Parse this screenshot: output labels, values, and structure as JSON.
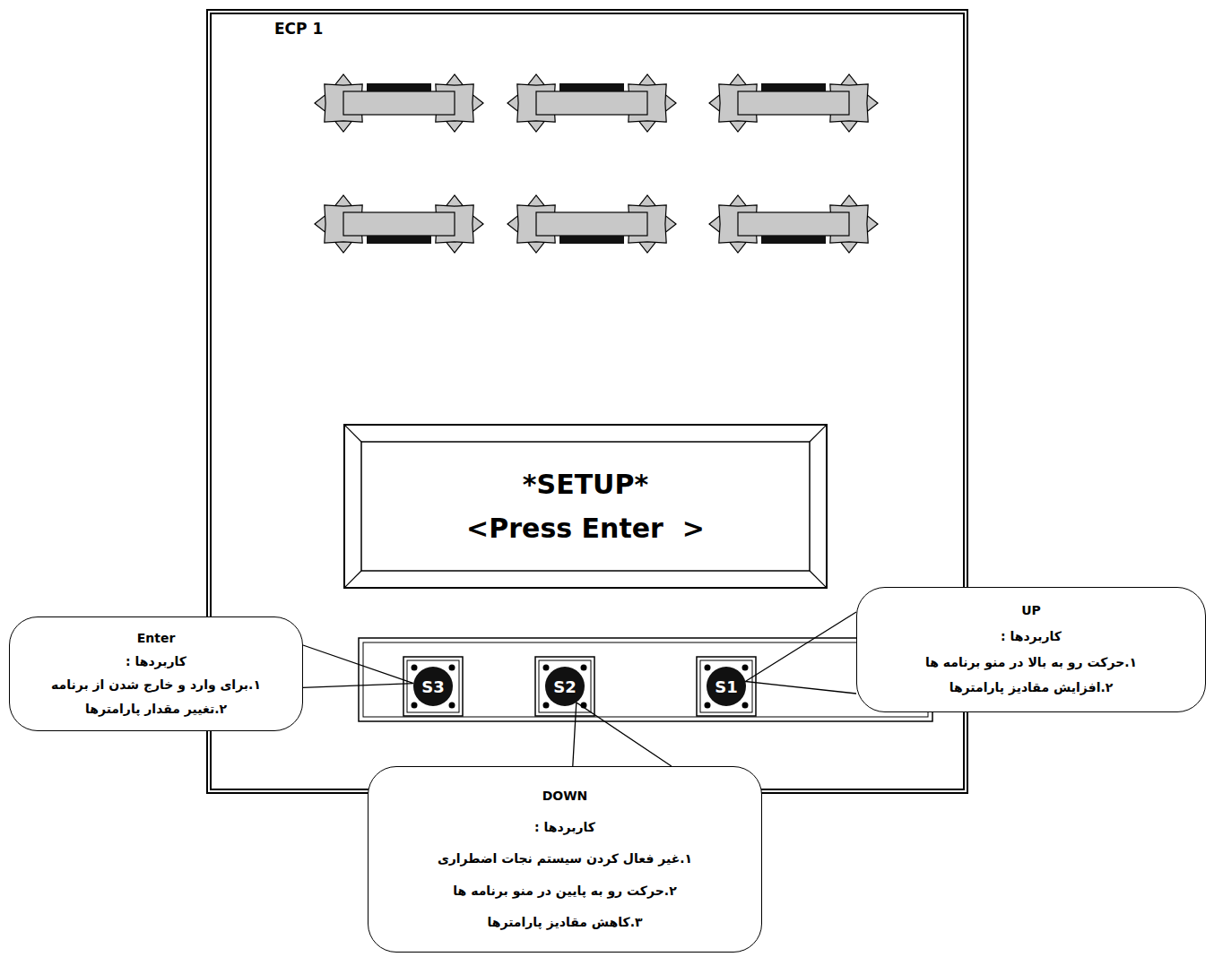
{
  "diagram": {
    "nodes": [
      {
        "text": [
          "ECP 1"
        ]
      },
      {
        "text": [
          "*SETUP*",
          "<Press Enter  >"
        ],
        "in": 0
      },
      {
        "text": [
          "S3"
        ],
        "in": 0
      },
      {
        "text": [
          "S2"
        ],
        "in": 0
      },
      {
        "text": [
          "S1"
        ],
        "in": 0
      },
      {
        "text": [
          "UP",
          "کاربردها :",
          "۱.حرکت رو به بالا در منو برنامه ها",
          "۲.افزایش مقادیز پارامترها"
        ]
      },
      {
        "text": [
          "Enter",
          "کاربردها :",
          "۱.برای وارد و خارج شدن از برنامه",
          "۲.تغییر مقدار پارامترها"
        ]
      },
      {
        "text": [
          "DOWN",
          "کاربردها :",
          "۱.غیر فعال کردن سیستم نجات اضطراری",
          "۲.حرکت رو به پایین در منو برنامه ها",
          "۳.کاهش مقادیز پارامترها"
        ]
      }
    ],
    "edges": [
      {
        "from": 5,
        "to": 4,
        "arrow": "none"
      },
      {
        "from": 6,
        "to": 2,
        "arrow": "none"
      },
      {
        "from": 7,
        "to": 3,
        "arrow": "none"
      }
    ]
  }
}
